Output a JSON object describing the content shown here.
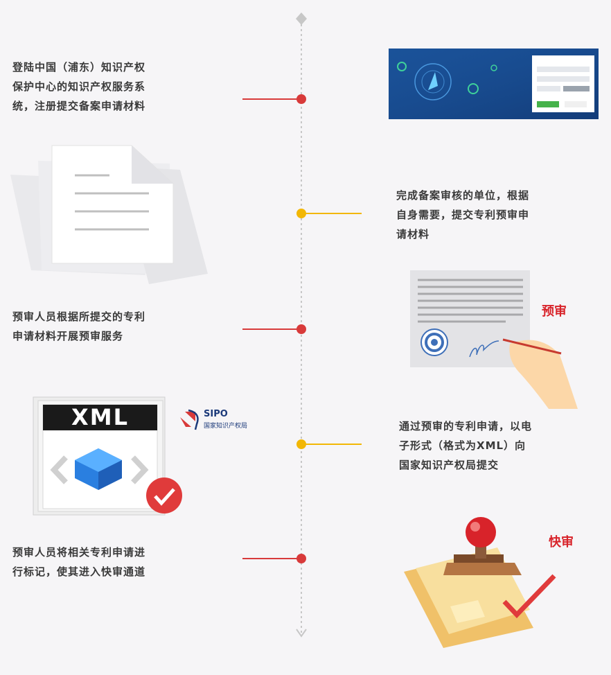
{
  "steps": [
    {
      "text": "登陆中国（浦东）知识产权保护中心的知识产权服务系统，注册提交备案申请材料",
      "lines": [
        "登陆中国（浦东）知识产权",
        "保护中心的知识产权服务系",
        "统，注册提交备案申请材料"
      ],
      "side": "left",
      "color": "#d83a3a"
    },
    {
      "text": "完成备案审核的单位，根据自身需要，提交专利预审申请材料",
      "lines": [
        "完成备案审核的单位，根据",
        "自身需要，提交专利预审申",
        "请材料"
      ],
      "side": "right",
      "color": "#f2b705"
    },
    {
      "text": "预审人员根据所提交的专利申请材料开展预审服务",
      "lines": [
        "预审人员根据所提交的专利",
        "申请材料开展预审服务"
      ],
      "side": "left",
      "color": "#d83a3a"
    },
    {
      "text": "通过预审的专利申请，以电子形式（格式为XML）向国家知识产权局提交",
      "lines": [
        "通过预审的专利申请，以电",
        "子形式（格式为XML）向",
        "国家知识产权局提交"
      ],
      "side": "right",
      "color": "#f2b705"
    },
    {
      "text": "预审人员将相关专利申请进行标记，使其进入快审通道",
      "lines": [
        "预审人员将相关专利申请进",
        "行标记，使其进入快审通道"
      ],
      "side": "left",
      "color": "#d83a3a"
    }
  ],
  "labels": {
    "pre_review": "预审",
    "fast_review": "快审",
    "xml_badge": "XML",
    "sipo_name": "SIPO",
    "sipo_cn": "国家知识产权局"
  },
  "colors": {
    "red": "#d83a3a",
    "yellow": "#f2b705",
    "timeline": "#c9c9c9",
    "text": "#3a3a3a"
  }
}
